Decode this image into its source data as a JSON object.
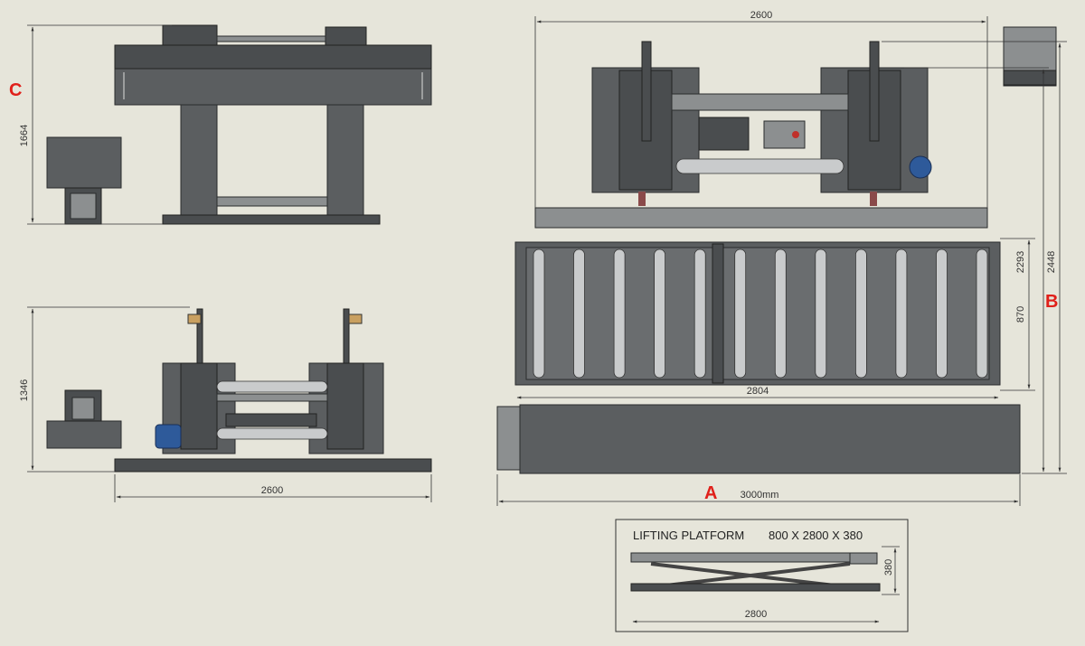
{
  "labels": {
    "A": "A",
    "B": "B",
    "C": "C"
  },
  "dimensions": {
    "side_height": "1664",
    "front_height": "1346",
    "front_width": "2600",
    "top_width": "2600",
    "top_depth_2293": "2293",
    "top_depth_870": "870",
    "top_total_depth": "2448",
    "roller_width": "2804",
    "platform_length": "3000mm"
  },
  "lifting_platform": {
    "title": "LIFTING PLATFORM",
    "size": "800 X 2800 X 380",
    "height_dim": "380",
    "length_dim": "2800"
  },
  "colors": {
    "background": "#e6e5da",
    "machine": "#5b5e60",
    "label_red": "#e0201a",
    "motor_blue": "#2e5a9a"
  },
  "roller_count": 12
}
